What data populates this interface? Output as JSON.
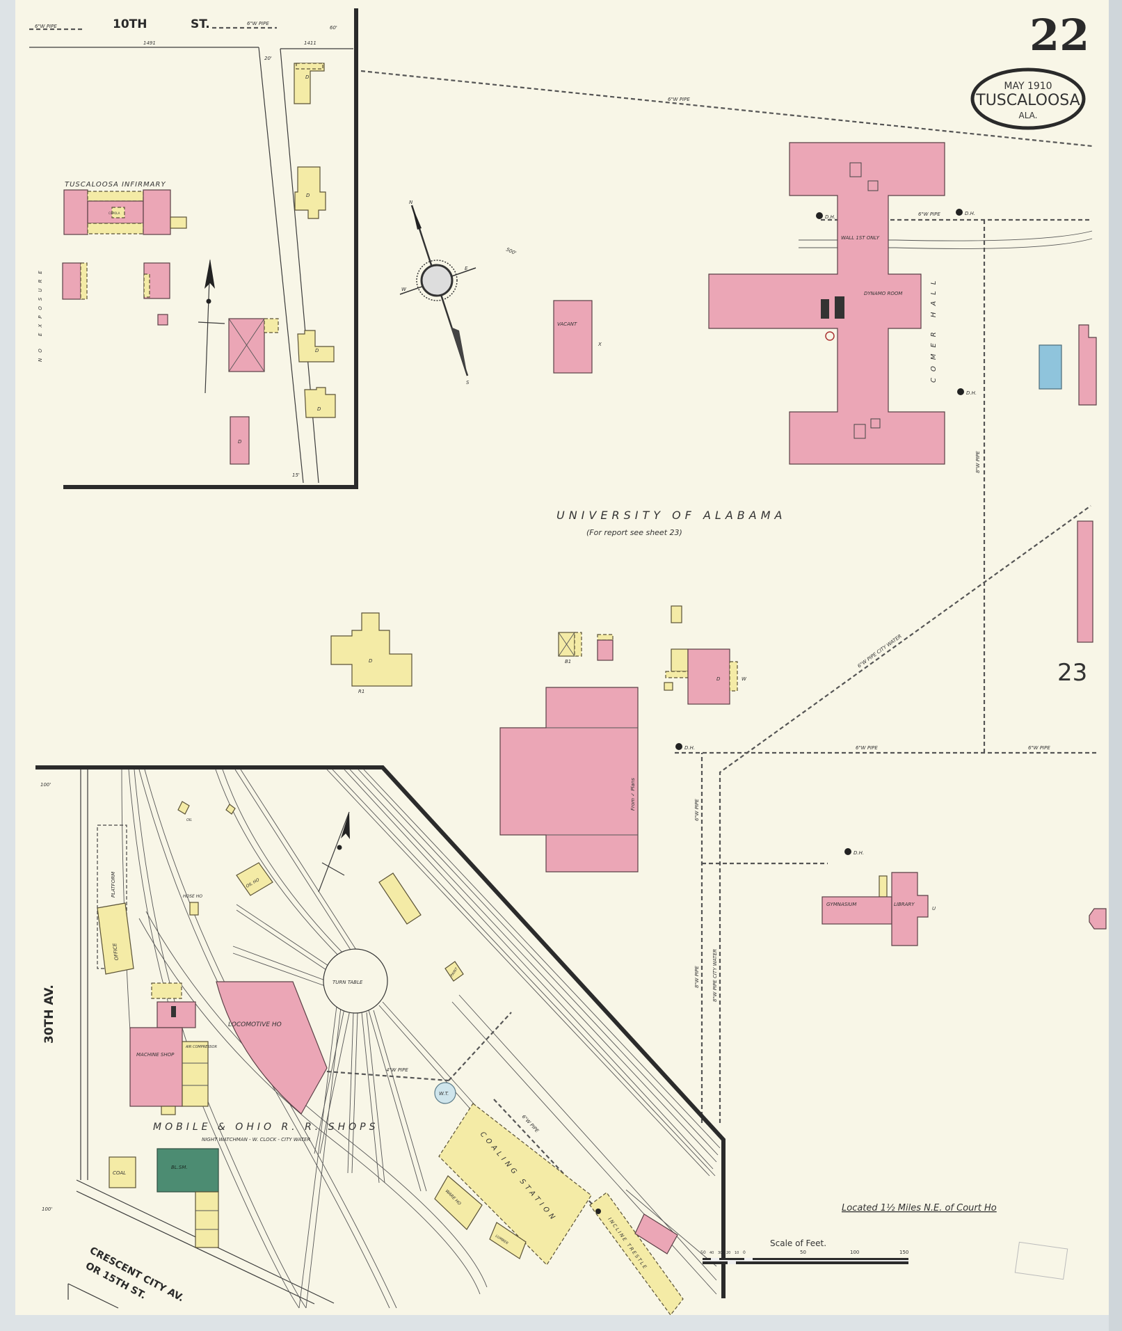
{
  "sheet": {
    "number": "22",
    "date": "MAY 1910",
    "city": "TUSCALOOSA",
    "state": "ALA.",
    "adjacent_sheet": "23"
  },
  "streets": {
    "tenth_a": "10TH",
    "tenth_b": "ST.",
    "thirtieth": "30TH AV.",
    "crescent_a": "CRESCENT CITY AV.",
    "crescent_b": "OR 15TH ST."
  },
  "pipes": {
    "six_inch": "6\"W PIPE",
    "six_inch_city": "6\"W PIPE CITY WATER",
    "eight_inch": "8\"W PIPE",
    "eight_inch_city": "8\"W PIPE CITY WATER",
    "four_inch": "4\"W PIPE",
    "hydrant": "D.H."
  },
  "dimensions": {
    "addr_1491": "1491",
    "addr_1411": "1411",
    "w20": "20'",
    "w60": "60'",
    "w15": "15'",
    "w100": "100'",
    "w500": "500'"
  },
  "inset": {
    "infirmary": "TUSCALOOSA INFIRMARY",
    "cupola": "CUPOLA",
    "no_exposure": "NO EXPOSURE",
    "dwelling": "D"
  },
  "university": {
    "title": "UNIVERSITY OF ALABAMA",
    "note": "(For report see sheet 23)",
    "comer_hall": "COMER HALL",
    "dynamo_room": "DYNAMO ROOM",
    "wall_note": "WALL 1ST ONLY",
    "vacant": "VACANT",
    "gymnasium": "GYMNASIUM",
    "library": "LIBRARY",
    "from_plans": "From ✓ Plans",
    "lot_r1": "R1",
    "lot_b1": "B1",
    "lot_w": "W",
    "lot_x": "X",
    "lot_u": "U"
  },
  "railroad": {
    "title": "MOBILE & OHIO R. R. SHOPS",
    "note": "NIGHT WATCHMAN - W. CLOCK - CITY WATER",
    "platform": "PLATFORM",
    "office": "OFFICE",
    "oil": "OIL",
    "oil_house": "OIL HO",
    "hose_house": "HOSE HO",
    "turn_table": "TURN TABLE",
    "locomotive_house": "LOCOMOTIVE HO",
    "machine_shop": "MACHINE SHOP",
    "air_compressor": "AIR COMPRESSOR",
    "coal": "COAL",
    "blacksmith": "BL.SM.",
    "coaling_station": "COALING STATION",
    "warehouse": "WARE HO",
    "lumber": "LUMBER",
    "incline_trestle": "INCLINE TRESTLE",
    "paint": "PAINT",
    "water_tank": "W.T."
  },
  "footer": {
    "location": "Located 1½ Miles N.E. of Court Ho",
    "scale_title": "Scale of Feet.",
    "scale_ticks": [
      "50",
      "40",
      "30",
      "20",
      "10",
      "0",
      "50",
      "100",
      "150"
    ]
  },
  "compass": {
    "n": "N",
    "s": "S",
    "e": "E",
    "w": "W"
  },
  "colors": {
    "paper": "#f8f6e7",
    "brick": "#eba6b6",
    "frame": "#f4eba6",
    "stone": "#4c8c72",
    "fireproof_blue": "#8fc4dc"
  }
}
